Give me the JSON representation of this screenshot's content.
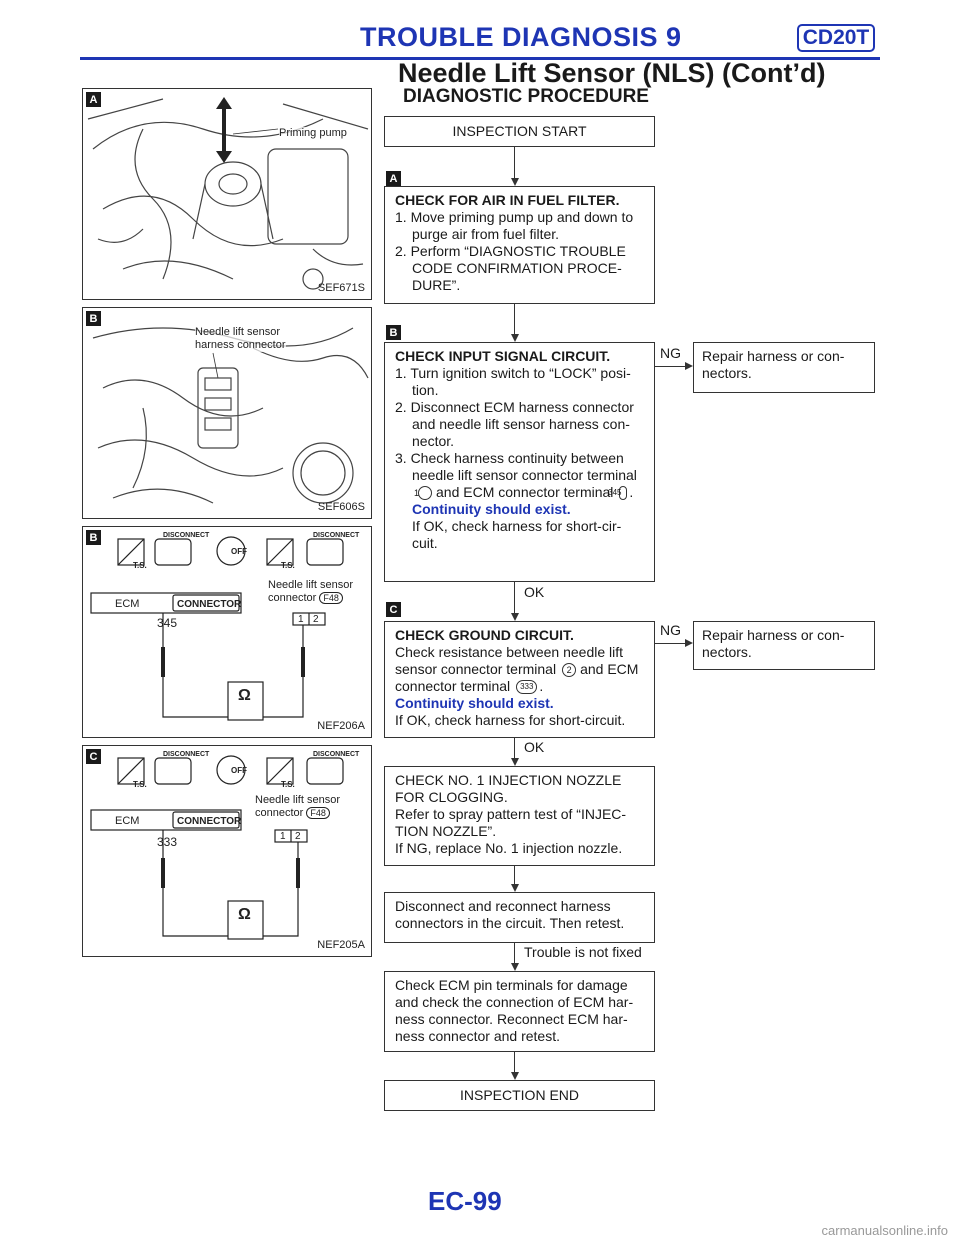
{
  "header": {
    "title": "TROUBLE DIAGNOSIS 9",
    "badge": "CD20T",
    "subtitle": "Needle Lift Sensor (NLS) (Cont’d)"
  },
  "section_title": "DIAGNOSTIC PROCEDURE",
  "figures": {
    "fig_a": {
      "marker": "A",
      "label": "Priming pump",
      "code": "SEF671S"
    },
    "fig_b_photo": {
      "marker": "B",
      "label_line1": "Needle lift sensor",
      "label_line2": "harness connector",
      "code": "SEF606S"
    },
    "fig_b_diag": {
      "marker": "B",
      "ecm": "ECM",
      "connector": "CONNECTOR",
      "pin": "345",
      "label_line1": "Needle lift sensor",
      "label_line2": "connector",
      "conn_id": "F48",
      "pin1": "1",
      "pin2": "2",
      "disconnect": "DISCONNECT",
      "ts": "T.S.",
      "off": "OFF",
      "ohm": "Ω",
      "code": "NEF206A"
    },
    "fig_c_diag": {
      "marker": "C",
      "ecm": "ECM",
      "connector": "CONNECTOR",
      "pin": "333",
      "label_line1": "Needle lift sensor",
      "label_line2": "connector",
      "conn_id": "F48",
      "pin1": "1",
      "pin2": "2",
      "disconnect": "DISCONNECT",
      "ts": "T.S.",
      "off": "OFF",
      "ohm": "Ω",
      "code": "NEF205A"
    }
  },
  "flow": {
    "start": "INSPECTION START",
    "marker_a": "A",
    "step_a": {
      "title": "CHECK FOR AIR IN FUEL FILTER.",
      "s1": "1. Move priming pump up and down to purge air from fuel filter.",
      "s2": "2. Perform “DIAGNOSTIC TROUBLE CODE CONFIRMATION PROCE-DURE”."
    },
    "marker_b": "B",
    "step_b": {
      "title": "CHECK INPUT SIGNAL CIRCUIT.",
      "s1": "1. Turn ignition switch to “LOCK” posi-tion.",
      "s2": "2. Disconnect ECM harness connector and needle lift sensor harness con-nector.",
      "s3_a": "3. Check harness continuity between needle lift sensor connector terminal",
      "s3_t1": "1",
      "s3_b": "and ECM connector terminal",
      "s3_t2": "345",
      "s3_c": ".",
      "ok_text": "Continuity should exist.",
      "note": "If OK, check harness for short-cir-cuit."
    },
    "ng_b": "NG",
    "repair_b": "Repair harness or con-nectors.",
    "ok_b": "OK",
    "marker_c": "C",
    "step_c": {
      "title": "CHECK GROUND CIRCUIT.",
      "l1": "Check resistance between needle lift sensor connector terminal",
      "t1": "2",
      "l2": "and ECM connector terminal",
      "t2": "333",
      "l3": ".",
      "ok_text": "Continuity should exist.",
      "note": "If OK, check harness for short-circuit."
    },
    "ng_c": "NG",
    "repair_c": "Repair harness or con-nectors.",
    "ok_c": "OK",
    "step_d": {
      "l1": "CHECK NO. 1 INJECTION NOZZLE",
      "l2": "FOR CLOGGING.",
      "l3": "Refer to spray pattern test of “INJEC-TION NOZZLE”.",
      "l4": "If NG, replace No. 1 injection nozzle."
    },
    "step_e": "Disconnect and reconnect harness connectors in the circuit. Then retest.",
    "trouble": "Trouble is not fixed",
    "step_f": "Check ECM pin terminals for damage and check the connection of ECM har-ness connector. Reconnect ECM har-ness connector and retest.",
    "end": "INSPECTION END"
  },
  "footer": "EC-99",
  "watermark": "carmanualsonline.info"
}
